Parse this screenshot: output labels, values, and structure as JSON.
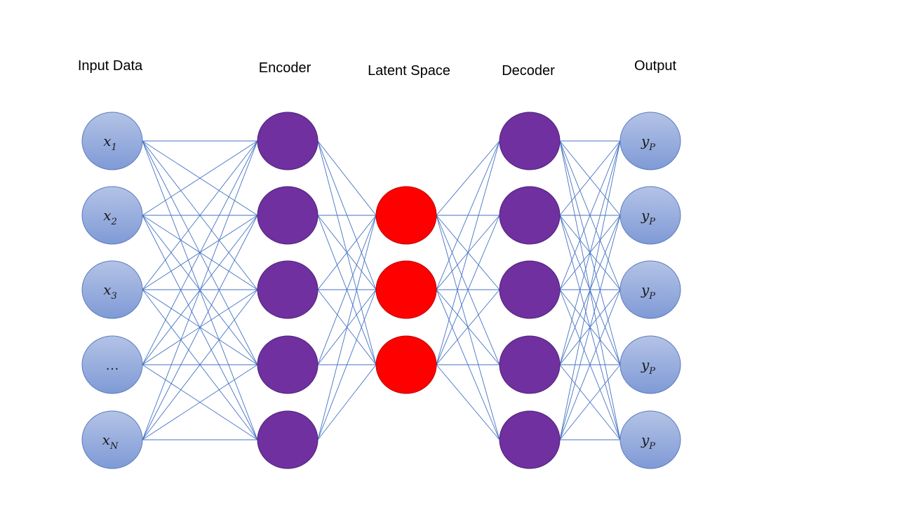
{
  "layers": [
    {
      "title": "Input Data",
      "kind": "input",
      "nodes": [
        {
          "main": "x",
          "sub": "1"
        },
        {
          "main": "x",
          "sub": "2"
        },
        {
          "main": "x",
          "sub": "3"
        },
        {
          "main": "…",
          "sub": ""
        },
        {
          "main": "x",
          "sub": "N"
        }
      ]
    },
    {
      "title": "Encoder",
      "kind": "hidden",
      "nodes": [
        {},
        {},
        {},
        {},
        {}
      ]
    },
    {
      "title": "Latent Space",
      "kind": "latent",
      "nodes": [
        {},
        {},
        {}
      ]
    },
    {
      "title": "Decoder",
      "kind": "hidden",
      "nodes": [
        {},
        {},
        {},
        {},
        {}
      ]
    },
    {
      "title": "Output",
      "kind": "output",
      "nodes": [
        {
          "main": "y",
          "sub": "P"
        },
        {
          "main": "y",
          "sub": "P"
        },
        {
          "main": "y",
          "sub": "P"
        },
        {
          "main": "y",
          "sub": "P"
        },
        {
          "main": "y",
          "sub": "P"
        }
      ]
    }
  ],
  "colors": {
    "input_fill_top": "#b4c3e6",
    "input_fill_bottom": "#7f9ad6",
    "input_stroke": "#5b7dbf",
    "hidden_fill": "#7030a0",
    "hidden_stroke": "#4e2478",
    "latent_fill": "#ff0000",
    "latent_stroke": "#c00000",
    "edge": "#4472c4"
  },
  "connectivity": "fully-connected between adjacent layers"
}
